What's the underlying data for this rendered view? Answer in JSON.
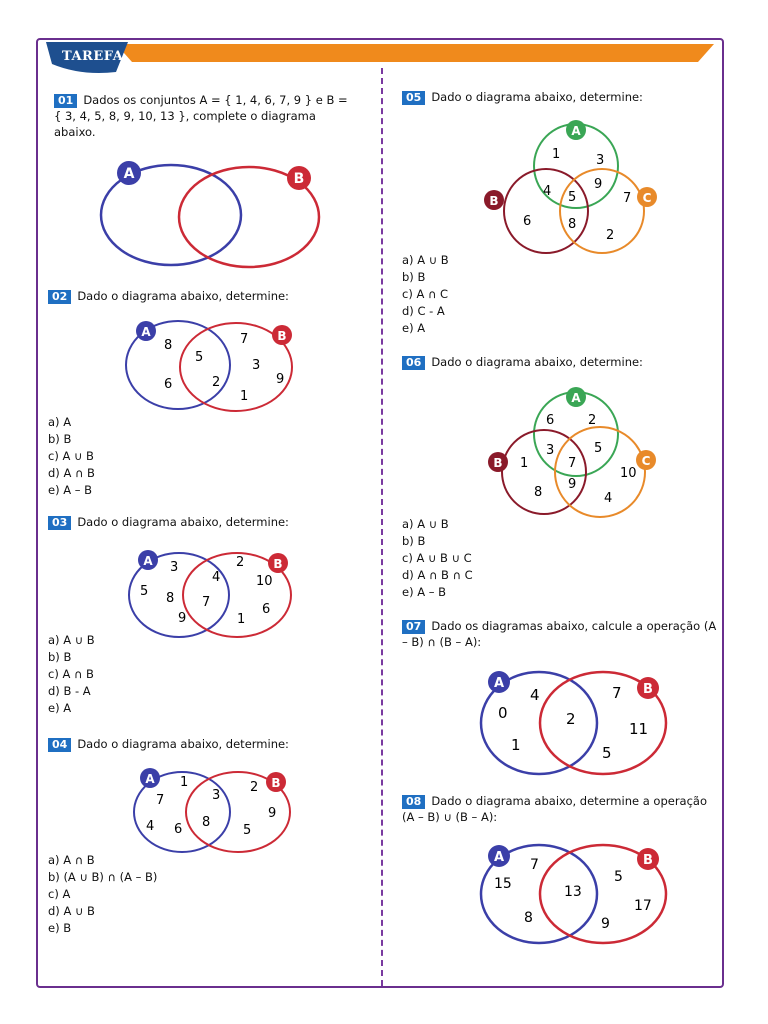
{
  "header": {
    "title": "TAREFA"
  },
  "q01": {
    "num": "01",
    "text": "Dados os conjuntos A = { 1, 4, 6, 7, 9 } e B = { 3, 4, 5, 8, 9, 10, 13 }, complete o diagrama abaixo.",
    "labelA": "A",
    "labelB": "B"
  },
  "q02": {
    "num": "02",
    "text": "Dado o diagrama abaixo, determine:",
    "labelA": "A",
    "labelB": "B",
    "onlyA": [
      "8",
      "6"
    ],
    "both": [
      "5",
      "2"
    ],
    "onlyB": [
      "7",
      "3",
      "9",
      "1"
    ],
    "items": [
      "a) A",
      "b) B",
      "c) A ∪ B",
      "d) A ∩ B",
      "e) A – B"
    ]
  },
  "q03": {
    "num": "03",
    "text": "Dado o diagrama abaixo, determine:",
    "labelA": "A",
    "labelB": "B",
    "onlyA": [
      "3",
      "5",
      "8",
      "9"
    ],
    "both": [
      "4",
      "7"
    ],
    "onlyB": [
      "2",
      "10",
      "6",
      "1"
    ],
    "items": [
      "a) A ∪ B",
      "b) B",
      "c) A ∩ B",
      "d) B - A",
      "e) A"
    ]
  },
  "q04": {
    "num": "04",
    "text": "Dado o diagrama abaixo, determine:",
    "labelA": "A",
    "labelB": "B",
    "onlyA": [
      "1",
      "7",
      "4",
      "6"
    ],
    "both": [
      "3",
      "8"
    ],
    "onlyB": [
      "2",
      "9",
      "5"
    ],
    "items": [
      "a) A ∩ B",
      "b) (A ∪ B) ∩ (A – B)",
      "c) A",
      "d) A ∪ B",
      "e) B"
    ]
  },
  "q05": {
    "num": "05",
    "text": "Dado o diagrama abaixo, determine:",
    "labelA": "A",
    "labelB": "B",
    "labelC": "C",
    "values": [
      "1",
      "3",
      "4",
      "9",
      "5",
      "7",
      "6",
      "8",
      "2"
    ],
    "items": [
      "a) A ∪ B",
      "b) B",
      "c) A ∩ C",
      "d) C - A",
      "e) A"
    ]
  },
  "q06": {
    "num": "06",
    "text": "Dado o diagrama abaixo, determine:",
    "labelA": "A",
    "labelB": "B",
    "labelC": "C",
    "values": [
      "6",
      "2",
      "3",
      "5",
      "1",
      "7",
      "10",
      "8",
      "9",
      "4"
    ],
    "items": [
      "a) A ∪ B",
      "b) B",
      "c) A ∪ B ∪ C",
      "d) A ∩ B ∩ C",
      "e) A – B"
    ]
  },
  "q07": {
    "num": "07",
    "text": "Dado os diagramas abaixo, calcule a operação (A – B) ∩ (B – A):",
    "labelA": "A",
    "labelB": "B",
    "onlyA": [
      "4",
      "0",
      "1"
    ],
    "both": [
      "2"
    ],
    "onlyB": [
      "7",
      "11",
      "5"
    ]
  },
  "q08": {
    "num": "08",
    "text": "Dado o diagrama abaixo, determine a operação (A – B) ∪ (B – A):",
    "labelA": "A",
    "labelB": "B",
    "onlyA": [
      "7",
      "15",
      "8"
    ],
    "both": [
      "13"
    ],
    "onlyB": [
      "5",
      "17",
      "9"
    ]
  },
  "colors": {
    "blue": "#3b3fa8",
    "red": "#cc2a36",
    "green": "#3aa655",
    "darkred": "#8a1a2a",
    "orange": "#e88a2a",
    "banner": "#f08a1c",
    "bannerDark": "#1e4f8f",
    "number": "#1f6fc2"
  }
}
